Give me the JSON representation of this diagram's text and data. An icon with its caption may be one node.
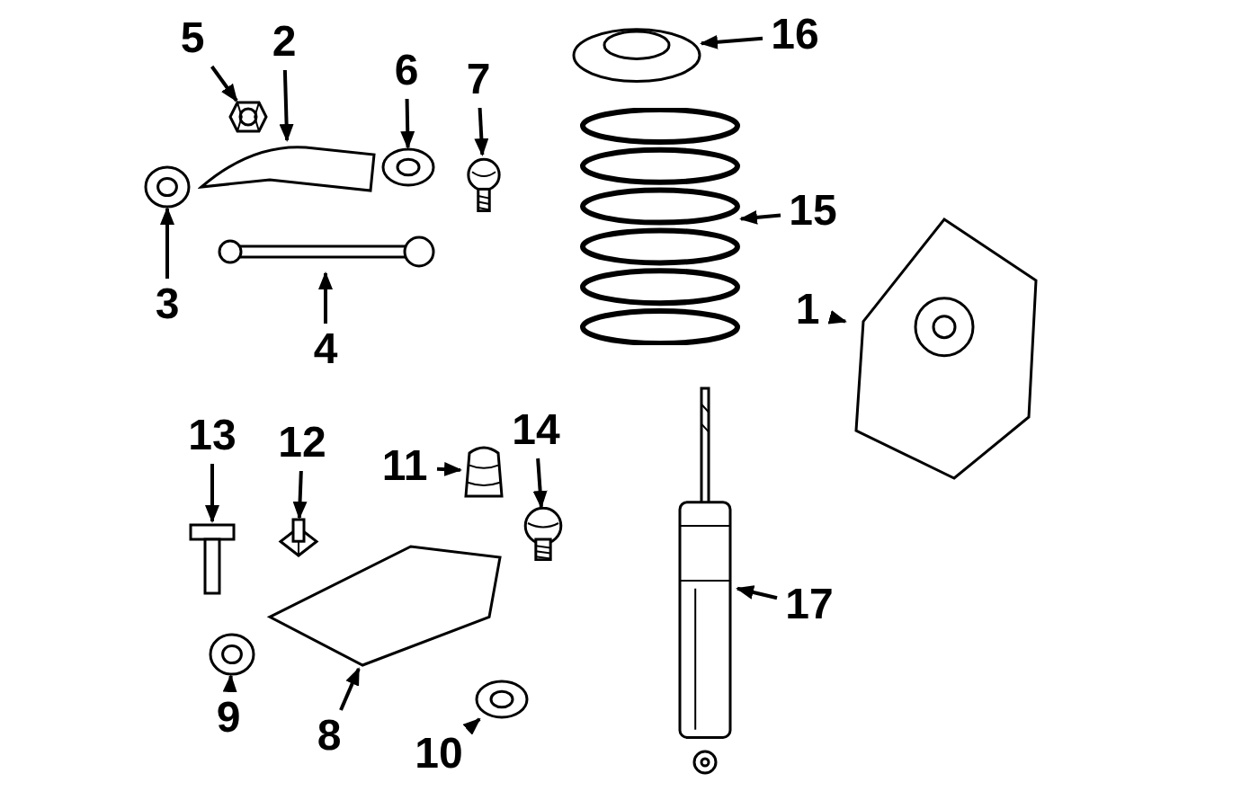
{
  "diagram": {
    "nodes": [
      {
        "text": [
          "5"
        ]
      },
      {
        "text": [
          "2"
        ]
      },
      {
        "text": [
          "6"
        ]
      },
      {
        "text": [
          "7"
        ]
      },
      {
        "text": [
          "16"
        ]
      },
      {
        "text": [
          "15"
        ]
      },
      {
        "text": [
          "3"
        ]
      },
      {
        "text": [
          "1"
        ]
      },
      {
        "text": [
          "4"
        ]
      },
      {
        "text": [
          "13"
        ]
      },
      {
        "text": [
          "12"
        ]
      },
      {
        "text": [
          "11"
        ]
      },
      {
        "text": [
          "14"
        ]
      },
      {
        "text": [
          "17"
        ]
      },
      {
        "text": [
          "9"
        ]
      },
      {
        "text": [
          "8"
        ]
      },
      {
        "text": [
          "10"
        ]
      },
      {
        "text": [],
        "shape": "picture"
      },
      {
        "text": [],
        "shape": "picture"
      },
      {
        "text": [],
        "shape": "picture"
      },
      {
        "text": [],
        "shape": "picture"
      },
      {
        "text": [],
        "shape": "picture"
      },
      {
        "text": [],
        "shape": "picture"
      },
      {
        "text": [],
        "shape": "picture"
      },
      {
        "text": [],
        "shape": "picture"
      },
      {
        "text": [],
        "shape": "picture"
      },
      {
        "text": [],
        "shape": "picture"
      },
      {
        "text": [],
        "shape": "picture"
      },
      {
        "text": [],
        "shape": "picture"
      },
      {
        "text": [],
        "shape": "picture"
      },
      {
        "text": [],
        "shape": "picture"
      },
      {
        "text": [],
        "shape": "picture"
      },
      {
        "text": [],
        "shape": "picture"
      },
      {
        "text": [],
        "shape": "picture"
      }
    ],
    "edges": [
      {
        "from": 0,
        "to": 17,
        "arrow": "to"
      },
      {
        "from": 1,
        "to": 18,
        "arrow": "to"
      },
      {
        "from": 2,
        "to": 19,
        "arrow": "to"
      },
      {
        "from": 3,
        "to": 20,
        "arrow": "to"
      },
      {
        "from": 4,
        "to": 21,
        "arrow": "to"
      },
      {
        "from": 5,
        "to": 22,
        "arrow": "to"
      },
      {
        "from": 6,
        "to": 23,
        "arrow": "to"
      },
      {
        "from": 7,
        "to": 24,
        "arrow": "to"
      },
      {
        "from": 8,
        "to": 25,
        "arrow": "to"
      },
      {
        "from": 9,
        "to": 26,
        "arrow": "to"
      },
      {
        "from": 10,
        "to": 27,
        "arrow": "to"
      },
      {
        "from": 11,
        "to": 28,
        "arrow": "to"
      },
      {
        "from": 12,
        "to": 29,
        "arrow": "to"
      },
      {
        "from": 13,
        "to": 30,
        "arrow": "to"
      },
      {
        "from": 14,
        "to": 31,
        "arrow": "to"
      },
      {
        "from": 15,
        "to": 32,
        "arrow": "to"
      },
      {
        "from": 16,
        "to": 33,
        "arrow": "to"
      }
    ]
  }
}
